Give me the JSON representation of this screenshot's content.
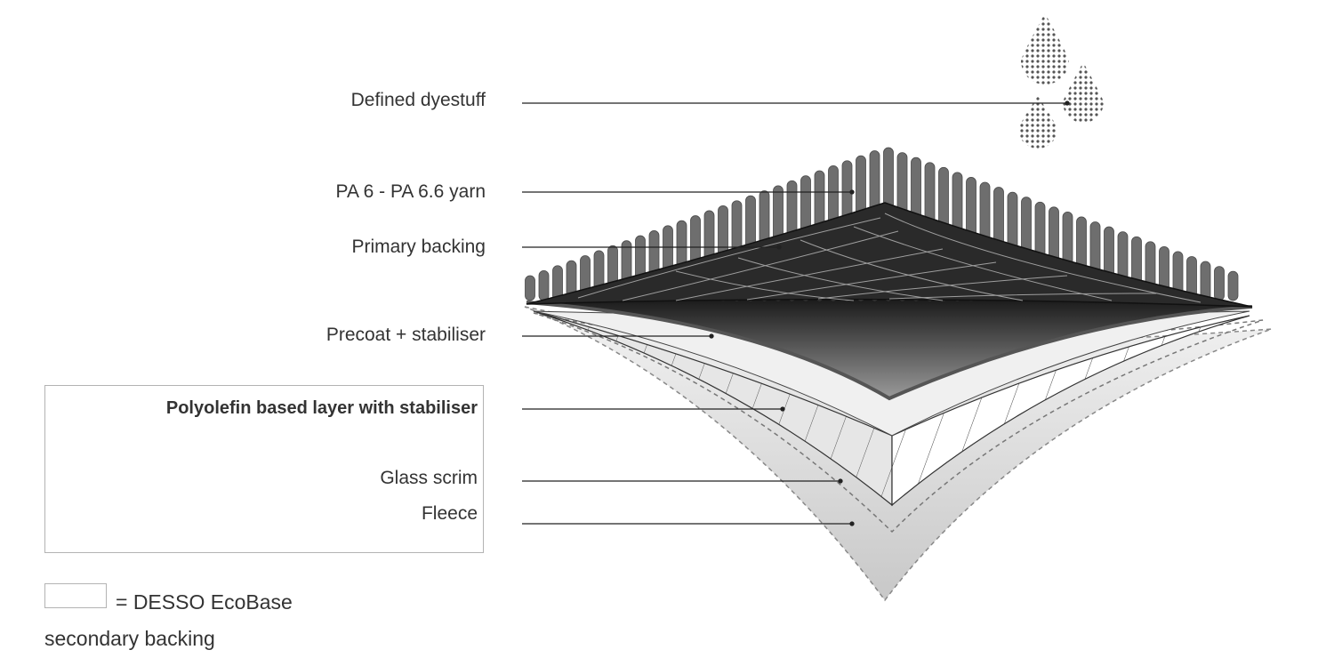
{
  "layers": [
    {
      "label": "Defined dyestuff"
    },
    {
      "label": "PA 6 - PA 6.6 yarn"
    },
    {
      "label": "Primary backing"
    },
    {
      "label": "Precoat + stabiliser"
    },
    {
      "label": "Polyolefin based layer with stabiliser"
    },
    {
      "label": "Glass scrim"
    },
    {
      "label": "Fleece"
    }
  ],
  "legend": {
    "line1": "= DESSO EcoBase",
    "line2": "secondary backing"
  },
  "colors": {
    "text": "#333333",
    "leader": "#222222",
    "box_border": "#b3b3b3",
    "yarn": "#6e6e6e",
    "fleece": "#d9d9d9"
  }
}
